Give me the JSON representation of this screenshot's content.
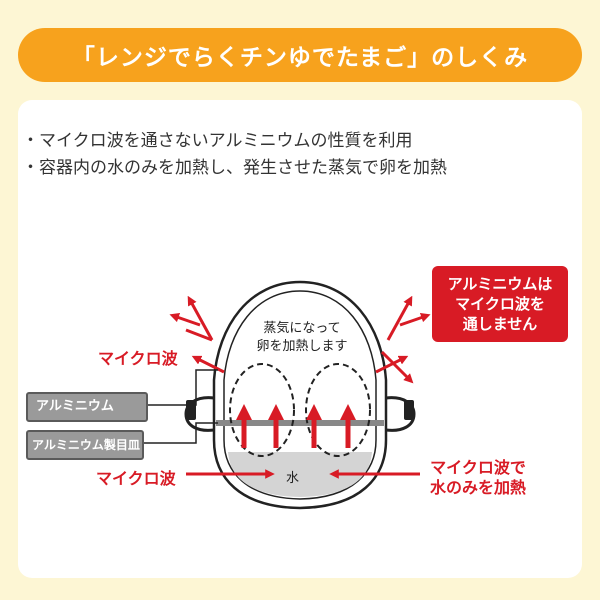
{
  "title": "「レンジでらくチンゆでたまご」のしくみ",
  "bullets": [
    "・マイクロ波を通さないアルミニウムの性質を利用",
    "・容器内の水のみを加熱し、発生させた蒸気で卵を加熱"
  ],
  "warning": {
    "line1": "アルミニウムは",
    "line2": "マイクロ波を",
    "line3": "通しません"
  },
  "labels": {
    "microwave_top": "マイクロ波",
    "microwave_bottom": "マイクロ波",
    "aluminium": "アルミニウム",
    "aluminium_dish": "アルミニウム製目皿",
    "right_line1": "マイクロ波で",
    "right_line2": "水のみを加熱",
    "steam_line1": "蒸気になって",
    "steam_line2": "卵を加熱します",
    "water": "水"
  },
  "colors": {
    "banner": "#f7a21d",
    "accent_red": "#d81b25",
    "background": "#fdf6d4"
  }
}
